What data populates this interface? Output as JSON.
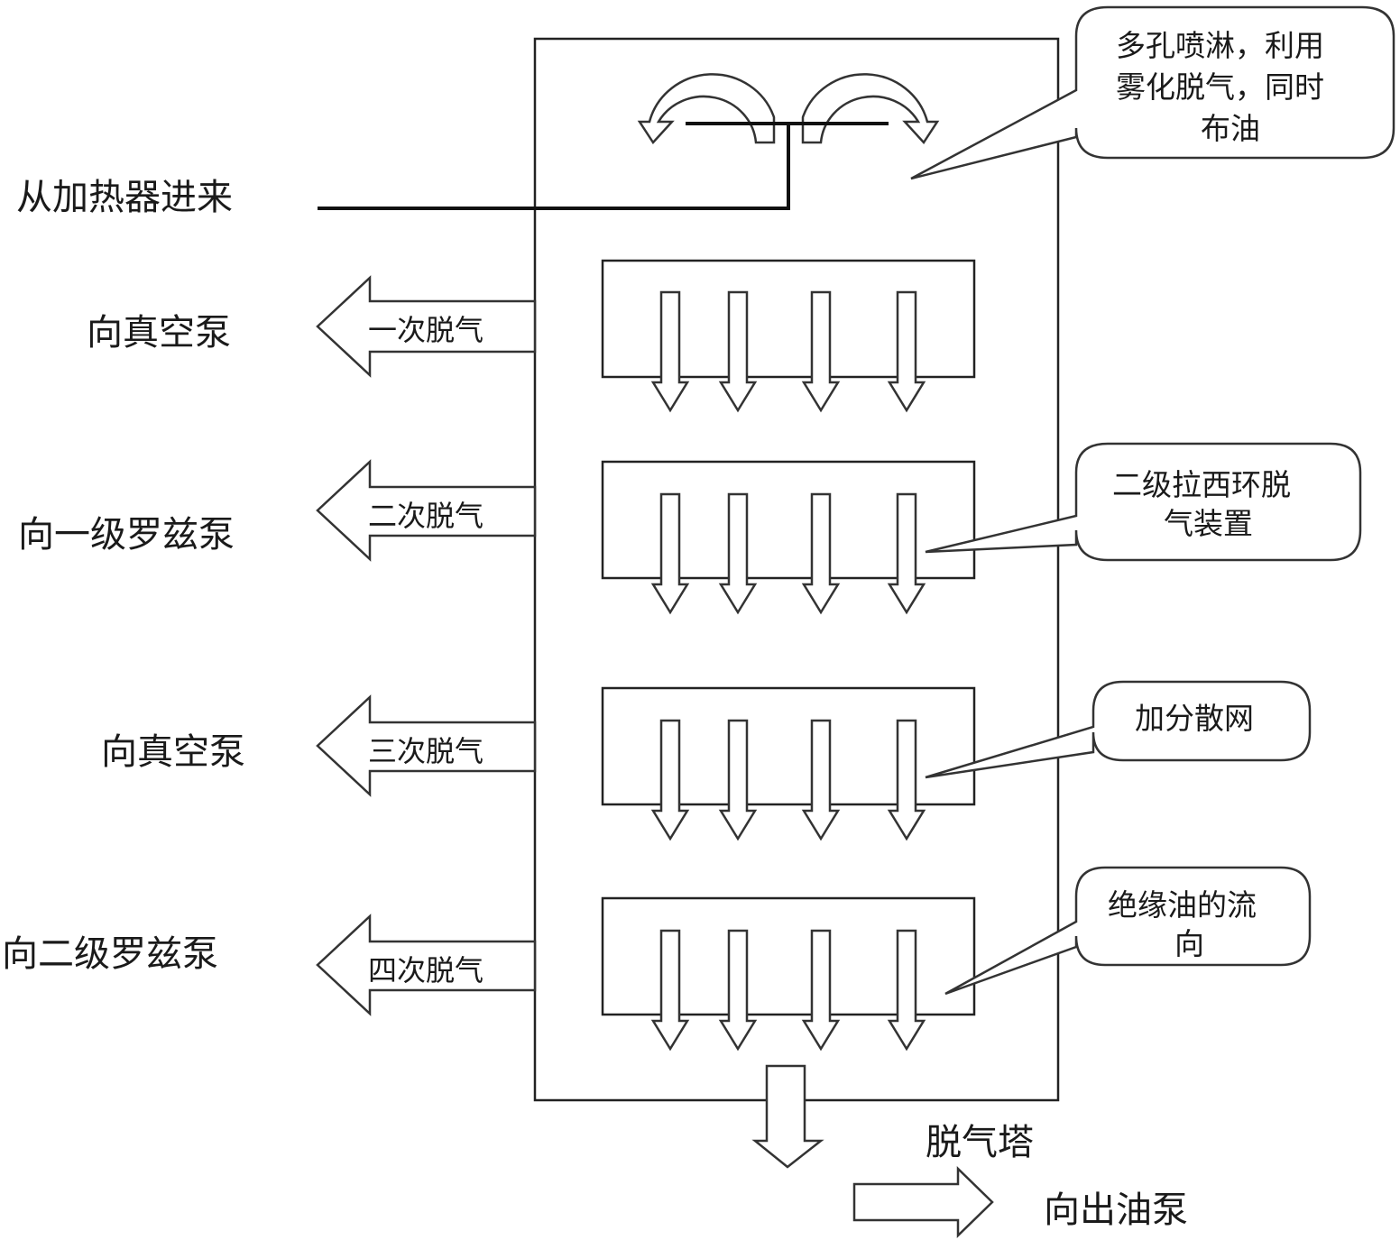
{
  "tower_label": "脱气塔",
  "inlet_label": "从加热器进来",
  "outlet_label": "向出油泵",
  "stages": [
    {
      "degas_label": "一次脱气",
      "target_label": "向真空泵"
    },
    {
      "degas_label": "二次脱气",
      "target_label": "向一级罗兹泵"
    },
    {
      "degas_label": "三次脱气",
      "target_label": "向真空泵"
    },
    {
      "degas_label": "四次脱气",
      "target_label": "向二级罗兹泵"
    }
  ],
  "callouts": [
    {
      "lines": [
        "多孔喷淋，利用",
        "雾化脱气，同时",
        "布油"
      ]
    },
    {
      "lines": [
        "二级拉西环脱",
        "气装置"
      ]
    },
    {
      "lines": [
        "加分散网"
      ]
    },
    {
      "lines": [
        "绝缘油的流",
        "向"
      ]
    }
  ]
}
